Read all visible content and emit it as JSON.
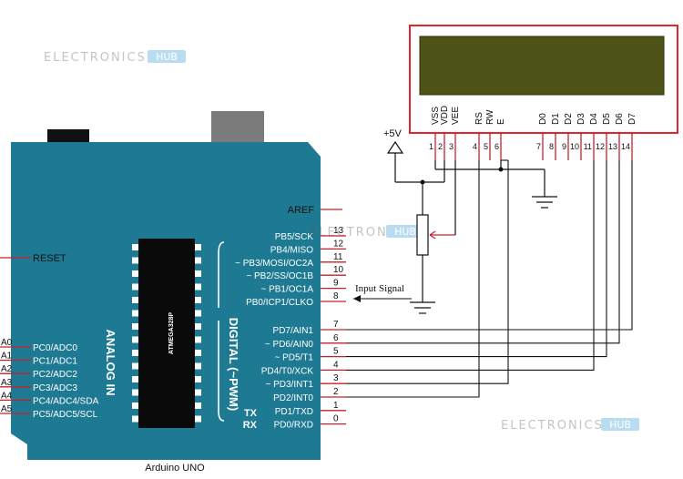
{
  "watermark": {
    "text": "ELECTRONICS",
    "badge": "HUB"
  },
  "board": {
    "name": "Arduino UNO",
    "chip": "ATMEGA328P",
    "reset_label": "RESET",
    "aref_label": "AREF",
    "analog_title": "ANALOG IN",
    "digital_title": "DIGITAL (~PWM)",
    "tx_label": "TX",
    "rx_label": "RX",
    "color": "#1E7A92"
  },
  "analog_pins": [
    {
      "name": "A0",
      "func": "PC0/ADC0"
    },
    {
      "name": "A1",
      "func": "PC1/ADC1"
    },
    {
      "name": "A2",
      "func": "PC2/ADC2"
    },
    {
      "name": "A3",
      "func": "PC3/ADC3"
    },
    {
      "name": "A4",
      "func": "PC4/ADC4/SDA"
    },
    {
      "name": "A5",
      "func": "PC5/ADC5/SCL"
    }
  ],
  "digital_pins_top": [
    {
      "num": "13",
      "label": "PB5/SCK",
      "pwm": false
    },
    {
      "num": "12",
      "label": "PB4/MISO",
      "pwm": false
    },
    {
      "num": "11",
      "label": "PB3/MOSI/OC2A",
      "pwm": true
    },
    {
      "num": "10",
      "label": "PB2/SS/OC1B",
      "pwm": true
    },
    {
      "num": "9",
      "label": "PB1/OC1A",
      "pwm": true
    },
    {
      "num": "8",
      "label": "PB0/ICP1/CLKO",
      "pwm": false
    }
  ],
  "digital_pins_bottom": [
    {
      "num": "7",
      "label": "PD7/AIN1",
      "pwm": false
    },
    {
      "num": "6",
      "label": "PD6/AIN0",
      "pwm": true
    },
    {
      "num": "5",
      "label": "PD5/T1",
      "pwm": true
    },
    {
      "num": "4",
      "label": "PD4/T0/XCK",
      "pwm": false
    },
    {
      "num": "3",
      "label": "PD3/INT1",
      "pwm": true
    },
    {
      "num": "2",
      "label": "PD2/INT0",
      "pwm": false
    },
    {
      "num": "1",
      "label": "PD1/TXD",
      "pwm": false
    },
    {
      "num": "0",
      "label": "PD0/RXD",
      "pwm": false
    }
  ],
  "lcd": {
    "screen_color": "#4E5418",
    "frame_color": "#E3262E",
    "pins": [
      {
        "num": "1",
        "name": "VSS"
      },
      {
        "num": "2",
        "name": "VDD"
      },
      {
        "num": "3",
        "name": "VEE"
      },
      {
        "num": "4",
        "name": "RS"
      },
      {
        "num": "5",
        "name": "RW"
      },
      {
        "num": "6",
        "name": "E"
      },
      {
        "num": "7",
        "name": "D0"
      },
      {
        "num": "8",
        "name": "D1"
      },
      {
        "num": "9",
        "name": "D2"
      },
      {
        "num": "10",
        "name": "D3"
      },
      {
        "num": "11",
        "name": "D4"
      },
      {
        "num": "12",
        "name": "D5"
      },
      {
        "num": "13",
        "name": "D6"
      },
      {
        "num": "14",
        "name": "D7"
      }
    ]
  },
  "supply_label": "+5V",
  "input_signal_label": "Input Signal",
  "pin_color": "#C8202A"
}
